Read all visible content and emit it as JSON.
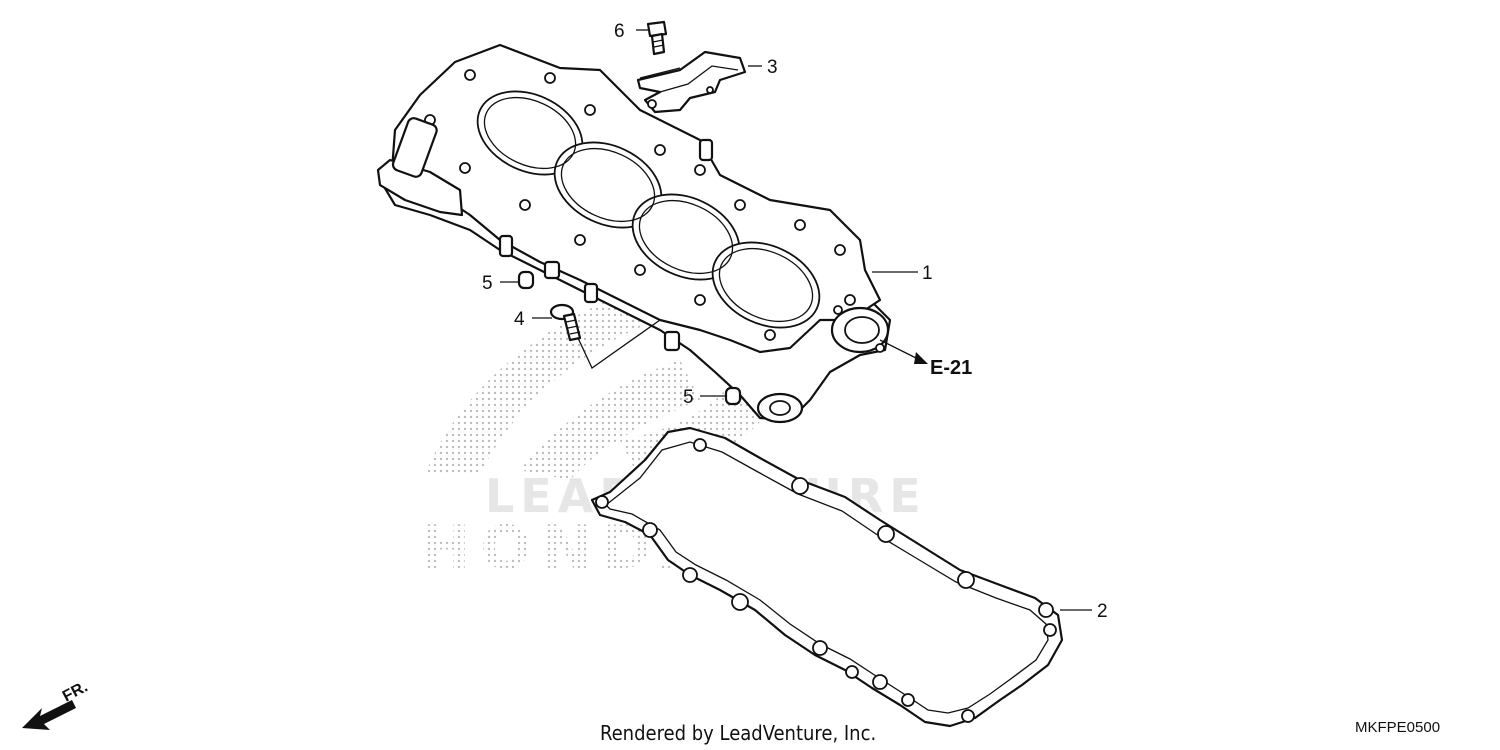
{
  "diagram": {
    "callouts": {
      "c1": "1",
      "c2": "2",
      "c3": "3",
      "c4": "4",
      "c5a": "5",
      "c5b": "5",
      "c6": "6"
    },
    "reference_label": "E-21",
    "direction_label": "FR.",
    "footer": "Rendered by LeadVenture, Inc.",
    "diagram_code": "MKFPE0500",
    "watermark": {
      "leadventure": "LEADVENTURE",
      "honda": "HONDA"
    }
  }
}
